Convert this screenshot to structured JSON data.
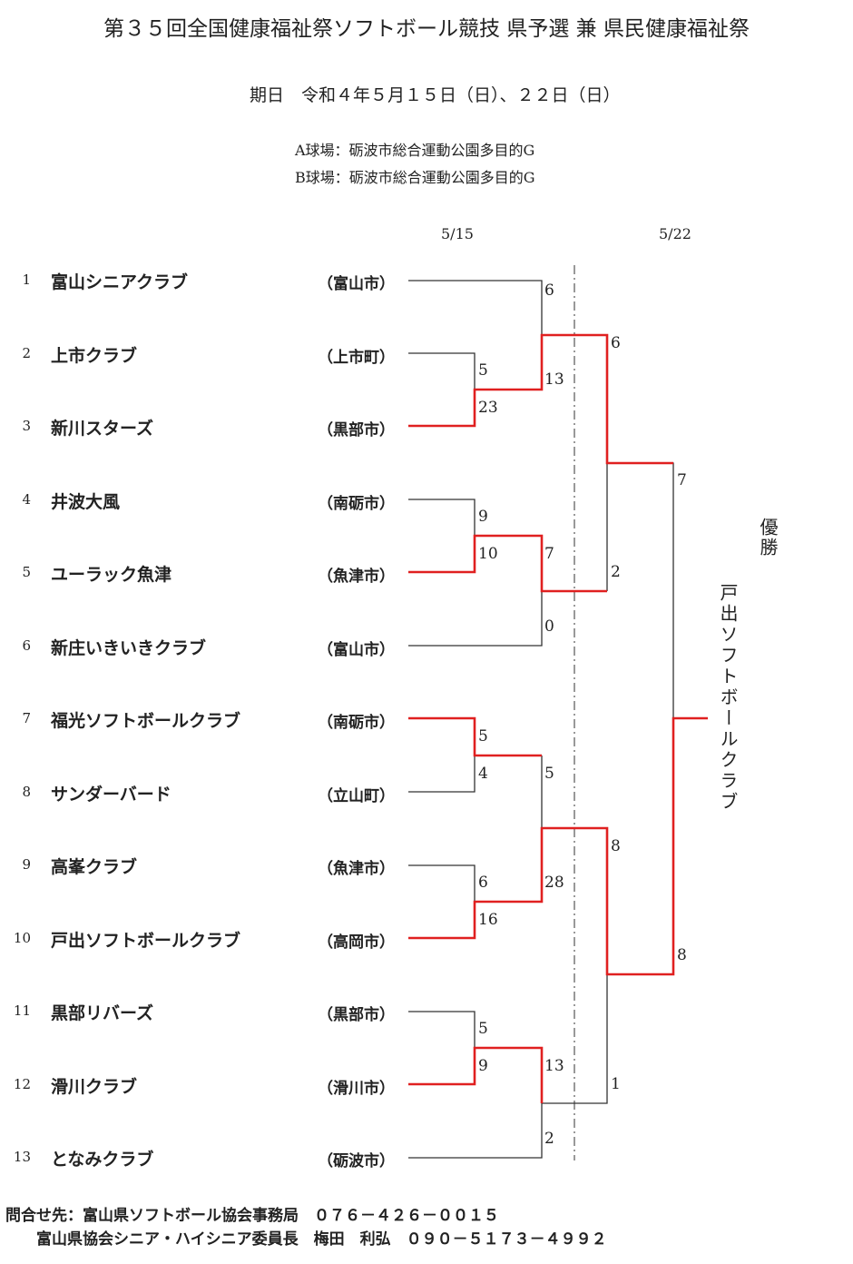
{
  "title": "第３５回全国健康福祉祭ソフトボール競技 県予選 兼 県民健康福祉祭",
  "dates": "期日　令和４年５月１５日（日）、２２日（日）",
  "venues": [
    "A球場：砺波市総合運動公園多目的G",
    "B球場：砺波市総合運動公園多目的G"
  ],
  "rounds": [
    "5/15",
    "5/22"
  ],
  "teams": [
    {
      "seed": "1",
      "name": "富山シニアクラブ",
      "city": "（富山市）"
    },
    {
      "seed": "2",
      "name": "上市クラブ",
      "city": "（上市町）"
    },
    {
      "seed": "3",
      "name": "新川スターズ",
      "city": "（黒部市）"
    },
    {
      "seed": "4",
      "name": "井波大風",
      "city": "（南砺市）"
    },
    {
      "seed": "5",
      "name": "ユーラック魚津",
      "city": "（魚津市）"
    },
    {
      "seed": "6",
      "name": "新庄いきいきクラブ",
      "city": "（富山市）"
    },
    {
      "seed": "7",
      "name": "福光ソフトボールクラブ",
      "city": "（南砺市）"
    },
    {
      "seed": "8",
      "name": "サンダーバード",
      "city": "（立山町）"
    },
    {
      "seed": "9",
      "name": "高峯クラブ",
      "city": "（魚津市）"
    },
    {
      "seed": "10",
      "name": "戸出ソフトボールクラブ",
      "city": "（高岡市）"
    },
    {
      "seed": "11",
      "name": "黒部リバーズ",
      "city": "（黒部市）"
    },
    {
      "seed": "12",
      "name": "滑川クラブ",
      "city": "（滑川市）"
    },
    {
      "seed": "13",
      "name": "となみクラブ",
      "city": "（砺波市）"
    }
  ],
  "scores": [
    "6",
    "5",
    "23",
    "13",
    "9",
    "10",
    "7",
    "0",
    "5",
    "4",
    "5",
    "6",
    "16",
    "28",
    "5",
    "9",
    "13",
    "2",
    "6",
    "2",
    "8",
    "1",
    "7",
    "8"
  ],
  "champion_label": "優勝",
  "champion": "戸出ソフトボールクラブ",
  "footer": [
    "問合せ先：富山県ソフトボール協会事務局　０７６－４２６－００１５",
    "富山県協会シニア・ハイシニア委員長　梅田　利弘　０９０－５１７３－４９９２"
  ],
  "colors": {
    "winner_line": "#e02020",
    "line": "#333333"
  }
}
